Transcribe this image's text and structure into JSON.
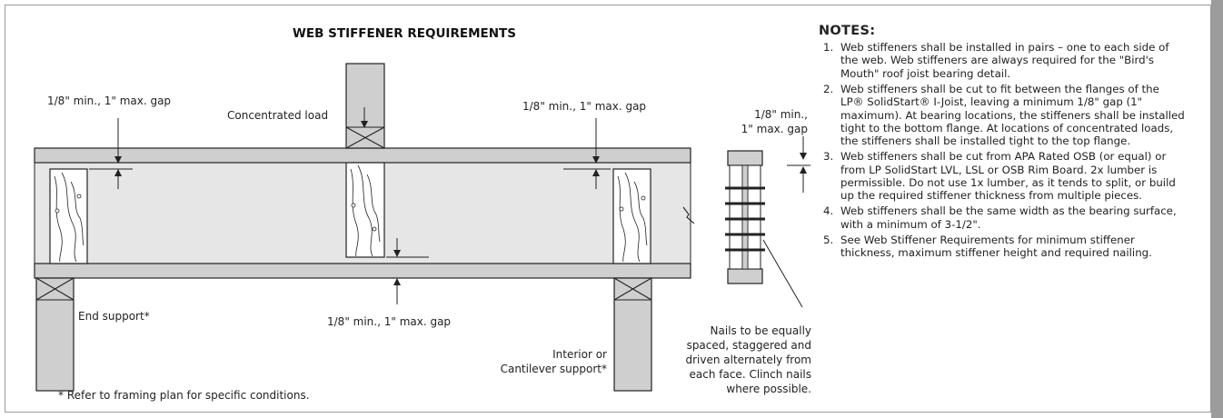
{
  "diagram": {
    "title": "WEB STIFFENER REQUIREMENTS",
    "gap_label": "1/8\" min., 1\" max. gap",
    "gap_label_side_line1": "1/8\" min.,",
    "gap_label_side_line2": "1\" max. gap",
    "concentrated_load": "Concentrated load",
    "end_support": "End support*",
    "interior_support_line1": "Interior or",
    "interior_support_line2": "Cantilever support*",
    "nails_note_lines": [
      "Nails to be equally",
      "spaced, staggered and",
      "driven alternately from",
      "each face. Clinch nails",
      "where possible."
    ],
    "footnote": "* Refer to framing plan for specific conditions."
  },
  "notes": {
    "heading": "NOTES:",
    "items": [
      {
        "num": "1.",
        "text": "Web stiffeners shall be installed in pairs – one to each side of the web. Web stiffeners are always required for the \"Bird's Mouth\" roof joist bearing detail."
      },
      {
        "num": "2.",
        "text": "Web stiffeners shall be cut to fit between the flanges of the LP® SolidStart® I-Joist, leaving a minimum 1/8\" gap (1\" maximum). At bearing locations, the stiffeners shall be installed tight to the bottom flange. At locations of concentrated loads, the stiffeners shall be installed tight to the top flange."
      },
      {
        "num": "3.",
        "text": "Web stiffeners shall be cut from APA Rated OSB (or equal) or from LP SolidStart LVL, LSL or OSB Rim Board. 2x lumber is permissible. Do not use 1x lumber, as it tends to split, or build up the required stiffener thickness from multiple pieces."
      },
      {
        "num": "4.",
        "text": "Web stiffeners shall be the same width as the bearing surface, with a minimum of 3-1/2\"."
      },
      {
        "num": "5.",
        "text": "See Web Stiffener Requirements for minimum stiffener thickness, maximum stiffener height and required nailing."
      }
    ]
  },
  "colors": {
    "flange": "#cfcfcf",
    "web": "#e6e6e6",
    "stiffener": "#ffffff",
    "line": "#222222",
    "sidebar": "#9c9c9c"
  }
}
